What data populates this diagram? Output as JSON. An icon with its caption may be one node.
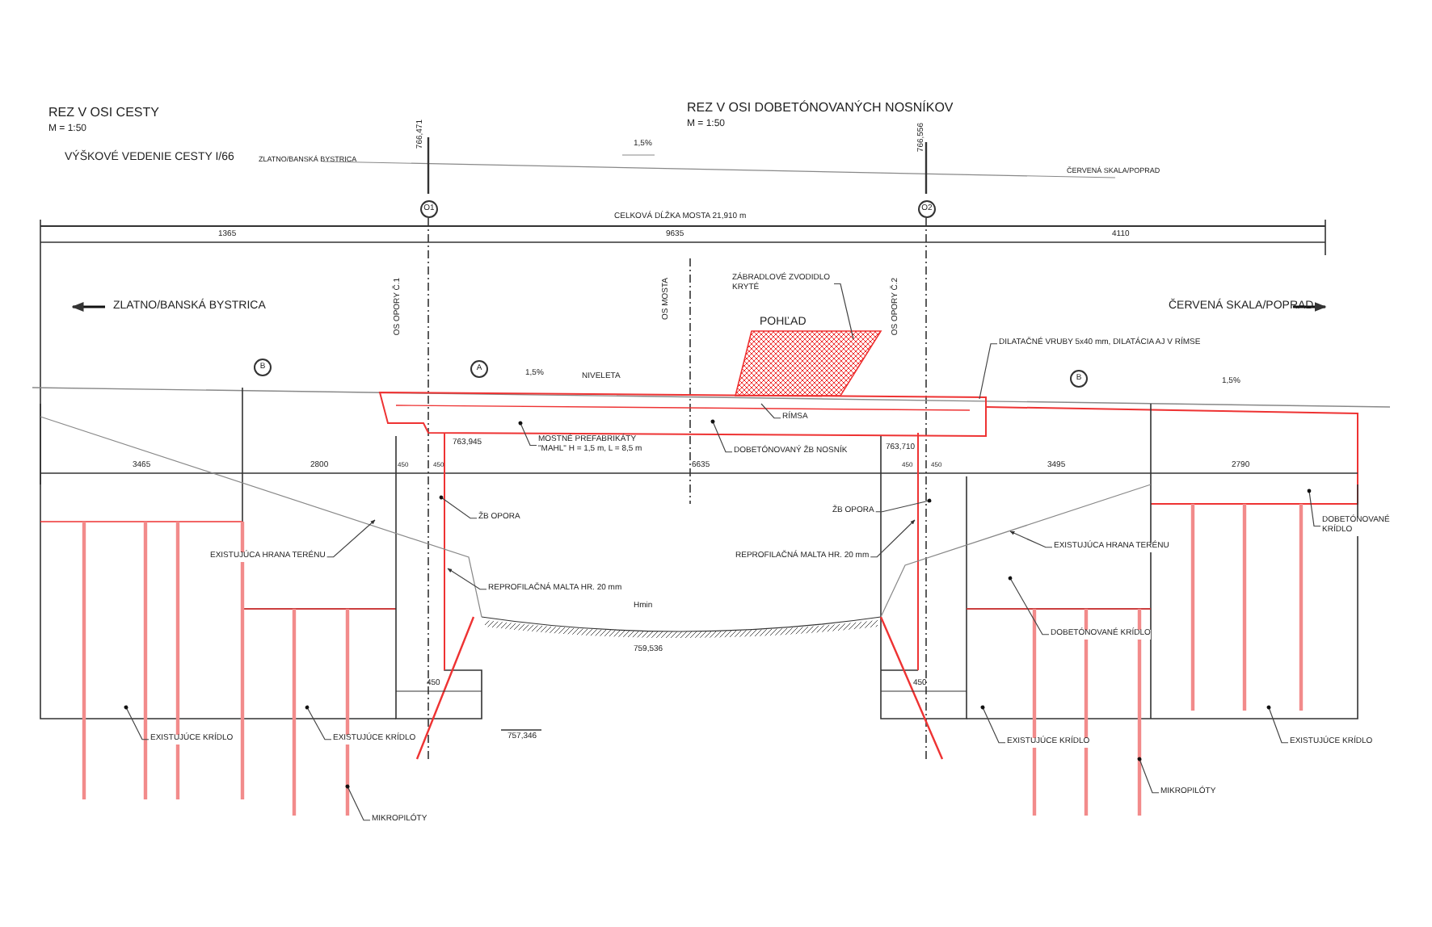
{
  "diagram": {
    "nodes": [
      {
        "text": [
          "ZÁBRADLOVÉ ZVODIDLO KRYTÉ"
        ]
      },
      {
        "text": [
          "DILATAČNÉ VRUBY 5x40 mm, DILATÁCIA AJ V RÍMSE"
        ]
      },
      {
        "text": [
          "MOSTNÉ PREFABRIKÁTY \"MAHL\" H = 1,5 m, L = 8,5 m"
        ]
      },
      {
        "text": [
          "RÍMSA"
        ]
      },
      {
        "text": [
          "DOBETÓNOVANÝ ŽB NOSNÍK"
        ]
      },
      {
        "text": [
          "ŽB OPORA"
        ]
      },
      {
        "text": [
          "EXISTUJÚCA HRANA TERÉNU"
        ]
      },
      {
        "text": [
          "REPROFILAČNÁ MALTA HR. 20 mm"
        ]
      },
      {
        "text": [
          "ŽB OPORA"
        ]
      },
      {
        "text": [
          "REPROFILAČNÁ MALTA HR. 20 mm"
        ]
      },
      {
        "text": [
          "EXISTUJÚCA HRANA TERÉNU"
        ]
      },
      {
        "text": [
          "DOBETÓNOVANÉ KRÍDLO"
        ]
      },
      {
        "text": [
          "DOBETÓNOVANÉ KRÍDLO"
        ]
      },
      {
        "text": [
          "EXISTUJÚCE KRÍDLO"
        ]
      },
      {
        "text": [
          "EXISTUJÚCE KRÍDLO"
        ]
      },
      {
        "text": [
          "MIKROPILÓTY"
        ]
      },
      {
        "text": [
          "EXISTUJÚCE KRÍDLO"
        ]
      },
      {
        "text": [
          "MIKROPILÓTY"
        ]
      },
      {
        "text": [
          "EXISTUJÚCE KRÍDLO"
        ]
      }
    ],
    "edges": [
      {
        "from": 0,
        "to": null,
        "arrow": "none"
      },
      {
        "from": 1,
        "to": null,
        "arrow": "none"
      },
      {
        "from": 2,
        "to": null,
        "arrow": "other"
      },
      {
        "from": 3,
        "to": null,
        "arrow": "none"
      },
      {
        "from": 4,
        "to": null,
        "arrow": "other"
      },
      {
        "from": 5,
        "to": null,
        "arrow": "other"
      },
      {
        "from": 6,
        "to": null,
        "arrow": "to"
      },
      {
        "from": 7,
        "to": null,
        "arrow": "to"
      },
      {
        "from": 8,
        "to": null,
        "arrow": "other"
      },
      {
        "from": 9,
        "to": null,
        "arrow": "to"
      },
      {
        "from": 10,
        "to": null,
        "arrow": "to"
      },
      {
        "from": 11,
        "to": null,
        "arrow": "other"
      },
      {
        "from": 12,
        "to": null,
        "arrow": "other"
      },
      {
        "from": 13,
        "to": null,
        "arrow": "other"
      },
      {
        "from": 14,
        "to": null,
        "arrow": "other"
      },
      {
        "from": 15,
        "to": null,
        "arrow": "other"
      },
      {
        "from": 16,
        "to": null,
        "arrow": "other"
      },
      {
        "from": 17,
        "to": null,
        "arrow": "other"
      },
      {
        "from": 18,
        "to": null,
        "arrow": "other"
      }
    ],
    "labels": [
      "REZ V OSI CESTY",
      "M = 1:50",
      "REZ V OSI DOBETÓNOVANÝCH NOSNÍKOV",
      "M = 1:50",
      "VÝŠKOVÉ VEDENIE CESTY I/66",
      "ZLATNO/BANSKÁ BYSTRICA",
      "766,471",
      "1,5%",
      "766,556",
      "ČERVENÁ SKALA/POPRAD",
      "O1",
      "CELKOVÁ DĹŽKA MOSTA 21,910 m",
      "O2",
      "1365",
      "9635",
      "4110",
      "OS OPORY Č.1",
      "OS MOSTA",
      "OS OPORY Č.2",
      "ZLATNO/BANSKÁ BYSTRICA",
      "ČERVENÁ SKALA/POPRAD",
      "POHĽAD",
      "B",
      "A",
      "1,5%",
      "NIVELETA",
      "B",
      "1,5%",
      "763,945",
      "763,710",
      "3465",
      "2800",
      "450",
      "450",
      "6635",
      "450",
      "450",
      "3495",
      "2790",
      "Hmin",
      "759,536",
      "450",
      "757,346",
      "450"
    ]
  }
}
